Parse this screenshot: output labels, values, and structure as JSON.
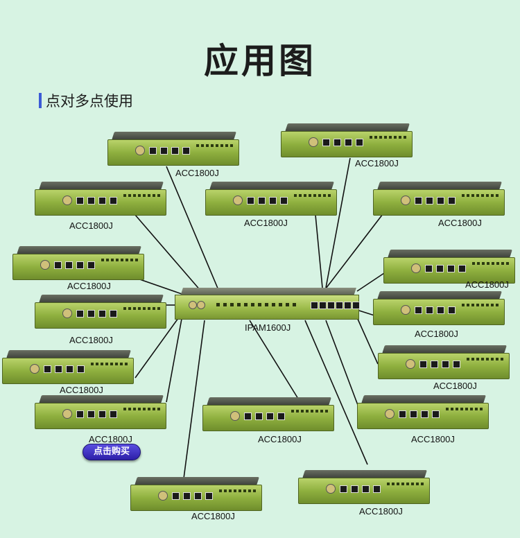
{
  "title": "应用图",
  "subtitle": "点对多点使用",
  "hub": {
    "label": "IPAM1600J"
  },
  "devices": [
    {
      "label": "ACC1800J"
    },
    {
      "label": "ACC1800J"
    },
    {
      "label": "ACC1800J"
    },
    {
      "label": "ACC1800J"
    },
    {
      "label": "ACC1800J"
    },
    {
      "label": "ACC1800J"
    },
    {
      "label": "ACC1800J"
    },
    {
      "label": "ACC1800J"
    },
    {
      "label": "ACC1800J"
    },
    {
      "label": "ACC1800J"
    },
    {
      "label": "ACC1800J"
    },
    {
      "label": "ACC1800J"
    },
    {
      "label": "ACC1800J"
    },
    {
      "label": "ACC1800J"
    },
    {
      "label": "ACC1800J"
    },
    {
      "label": "ACC1800J"
    }
  ],
  "buy_button": "点击购买"
}
